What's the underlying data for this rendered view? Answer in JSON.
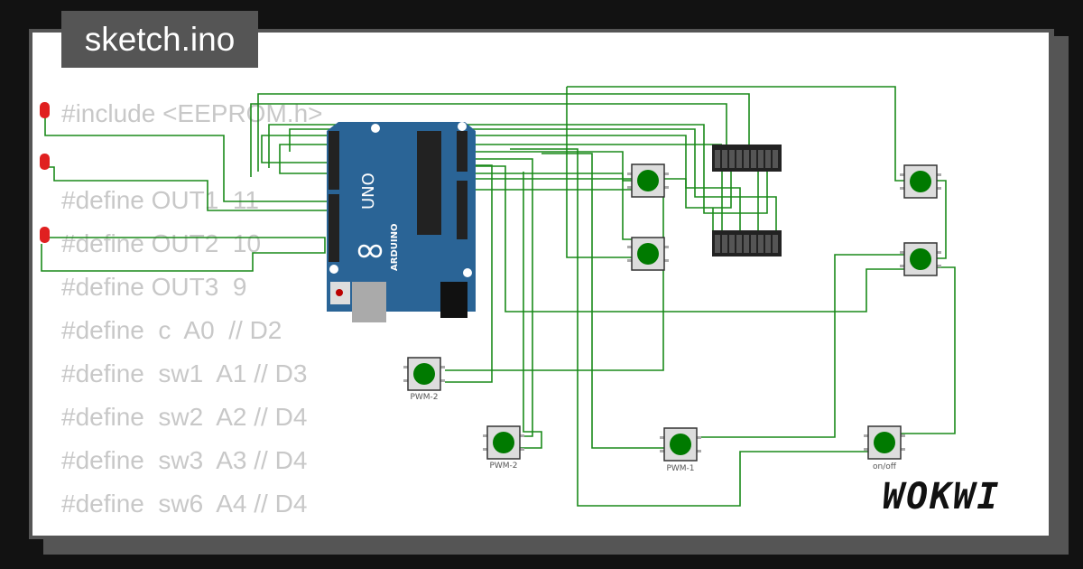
{
  "tab": {
    "title": "sketch.ino"
  },
  "code_lines": [
    "#include <EEPROM.h>",
    "",
    "#define OUT1  11",
    "#define OUT2  10",
    "#define OUT3  9",
    "#define  c  A0  // D2",
    "#define  sw1  A1 // D3",
    "#define  sw2  A2 // D4",
    "#define  sw3  A3 // D4",
    "#define  sw6  A4 // D4"
  ],
  "board": {
    "name": "UNO",
    "brand": "ARDUINO"
  },
  "button_labels": {
    "b1": "PWM-2",
    "b2": "PWM-2",
    "b3": "PWM-1",
    "b4": "on/off"
  },
  "logo": "WOKWI",
  "colors": {
    "wire": "#1a8a1a",
    "board": "#2a6496",
    "button": "#007a00",
    "led": "#e02020",
    "frame": "#555555"
  }
}
